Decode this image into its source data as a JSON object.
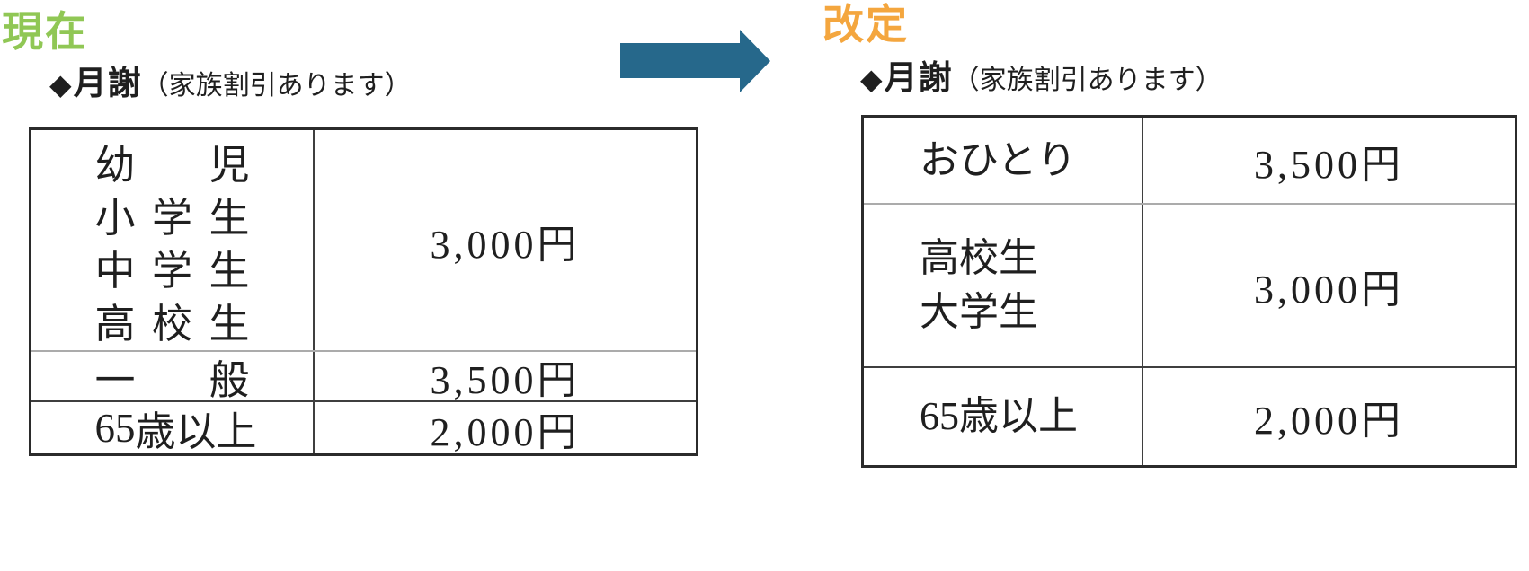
{
  "canvas": {
    "background": "#ffffff"
  },
  "arrow_icon": {
    "color": "#26688b"
  },
  "sections": {
    "current": {
      "title": "現在",
      "title_color": "#90c755",
      "heading": {
        "diamond": "◆",
        "label": "月謝",
        "note": "（家族割引あります）"
      },
      "table": {
        "rows": [
          {
            "labels": [
              "幼児",
              "小学生",
              "中学生",
              "高校生"
            ],
            "price": "3,000円"
          },
          {
            "labels": [
              "一般"
            ],
            "price": "3,500円"
          },
          {
            "labels": [
              "65歳以上"
            ],
            "price": "2,000円"
          }
        ]
      }
    },
    "revised": {
      "title": "改定",
      "title_color": "#f4a63e",
      "heading": {
        "diamond": "◆",
        "label": "月謝",
        "note": "（家族割引あります）"
      },
      "table": {
        "rows": [
          {
            "labels": [
              "おひとり"
            ],
            "price": "3,500円"
          },
          {
            "labels": [
              "高校生",
              "大学生"
            ],
            "price": "3,000円"
          },
          {
            "labels": [
              "65歳以上"
            ],
            "price": "2,000円"
          }
        ]
      }
    }
  }
}
